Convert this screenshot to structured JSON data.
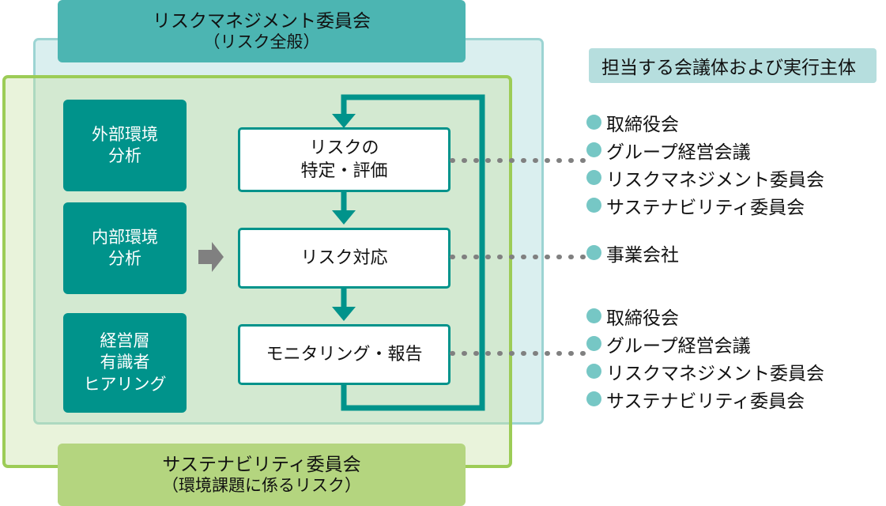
{
  "banners": {
    "top": {
      "title": "リスクマネジメント委員会",
      "subtitle": "（リスク全般）",
      "color": "#4cb5b2"
    },
    "bottom": {
      "title": "サステナビリティ委員会",
      "subtitle": "（環境課題に係るリスク）",
      "color": "#b4d57f"
    }
  },
  "inputs": {
    "boxes": [
      {
        "lines": [
          "外部環境",
          "分析"
        ]
      },
      {
        "lines": [
          "内部環境",
          "分析"
        ]
      },
      {
        "lines": [
          "経営層",
          "有識者",
          "ヒアリング"
        ]
      }
    ],
    "box_color": "#00938b",
    "arrow_icon": "right-arrow-icon",
    "arrow_color": "#808080"
  },
  "process": {
    "boxes": [
      {
        "lines": [
          "リスクの",
          "特定・評価"
        ]
      },
      {
        "lines": [
          "リスク対応"
        ]
      },
      {
        "lines": [
          "モニタリング・報告"
        ]
      }
    ],
    "border_color": "#00938b",
    "fill_color": "#ffffff"
  },
  "right_panel": {
    "header": "担当する会議体および実行主体",
    "header_color": "#b6dede",
    "bullet_color": "#76c7c5",
    "groups": [
      {
        "items": [
          "取締役会",
          "グループ経営会議",
          "リスクマネジメント委員会",
          "サステナビリティ委員会"
        ]
      },
      {
        "items": [
          "事業会社"
        ]
      },
      {
        "items": [
          "取締役会",
          "グループ経営会議",
          "リスクマネジメント委員会",
          "サステナビリティ委員会"
        ]
      }
    ]
  },
  "panels": {
    "risk_scope_color": "#bce2e1",
    "sustainability_scope_color": "#9ccc56"
  }
}
